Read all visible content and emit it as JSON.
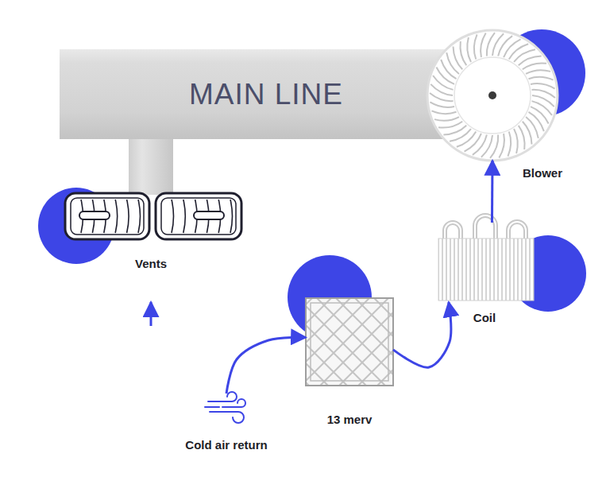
{
  "diagram": {
    "nodes": [
      {
        "text": [
          "MAIN LINE"
        ]
      },
      {
        "text": [
          "Blower"
        ]
      },
      {
        "text": [
          "Vents"
        ]
      },
      {
        "text": [
          "Coil"
        ]
      },
      {
        "text": [
          "13 merv"
        ]
      },
      {
        "text": [
          "Cold air return"
        ]
      }
    ],
    "edges": [
      {
        "from": 5,
        "to": 4,
        "arrow": "to"
      },
      {
        "from": 4,
        "to": 3,
        "arrow": "to"
      },
      {
        "from": 3,
        "to": 1,
        "arrow": "to"
      }
    ]
  }
}
